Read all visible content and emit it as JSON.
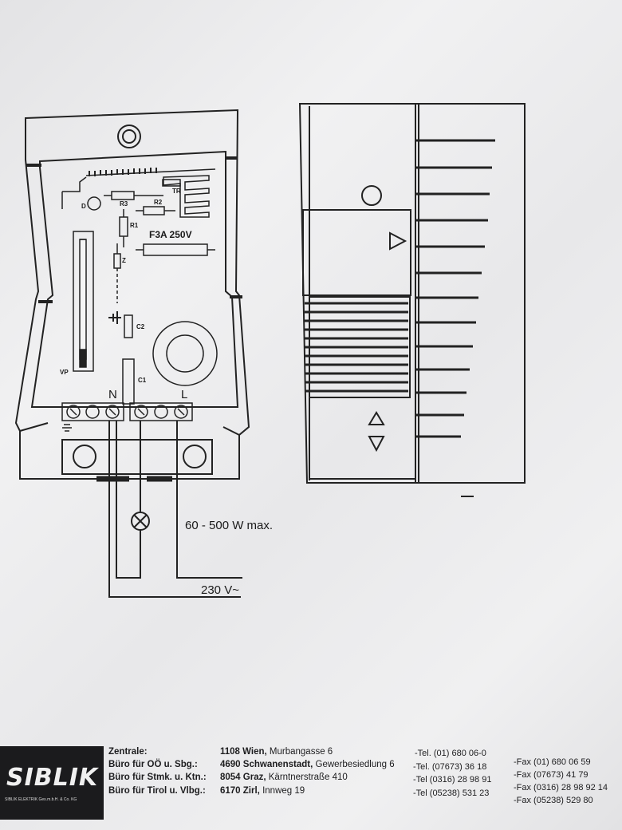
{
  "diagram": {
    "components": {
      "d": "D",
      "r3": "R3",
      "r2": "R2",
      "r1": "R1",
      "tr": "TR",
      "fuse": "F3A 250V",
      "z": "Z",
      "c2": "C2",
      "c1": "C1",
      "vp": "VP"
    },
    "terminals": {
      "n": "N",
      "l": "L"
    },
    "load_label": "60 - 500 W max.",
    "supply_label": "230 V~"
  },
  "footer": {
    "logo_text": "SIBLIK",
    "logo_subtext": "SIBLIK ELEKTRIK Ges.m.b.H. & Co. KG",
    "offices": [
      {
        "label": "Zentrale:",
        "city": "1108 Wien,",
        "street": "Murbangasse 6",
        "tel": "-Tel. (01) 680 06-0",
        "fax": "-Fax (01) 680 06 59"
      },
      {
        "label": "Büro für OÖ u. Sbg.:",
        "city": "4690 Schwanenstadt,",
        "street": "Gewerbesiedlung 6",
        "tel": "-Tel. (07673) 36 18",
        "fax": "-Fax (07673) 41 79"
      },
      {
        "label": "Büro für Stmk. u. Ktn.:",
        "city": "8054 Graz,",
        "street": "Kärntnerstraße 410",
        "tel": "-Tel (0316) 28 98 91",
        "fax": "-Fax (0316) 28 98 92 14"
      },
      {
        "label": "Büro für Tirol u. Vlbg.:",
        "city": "6170 Zirl,",
        "street": "Innweg 19",
        "tel": "-Tel (05238) 531 23",
        "fax": "-Fax (05238) 529 80"
      }
    ]
  }
}
